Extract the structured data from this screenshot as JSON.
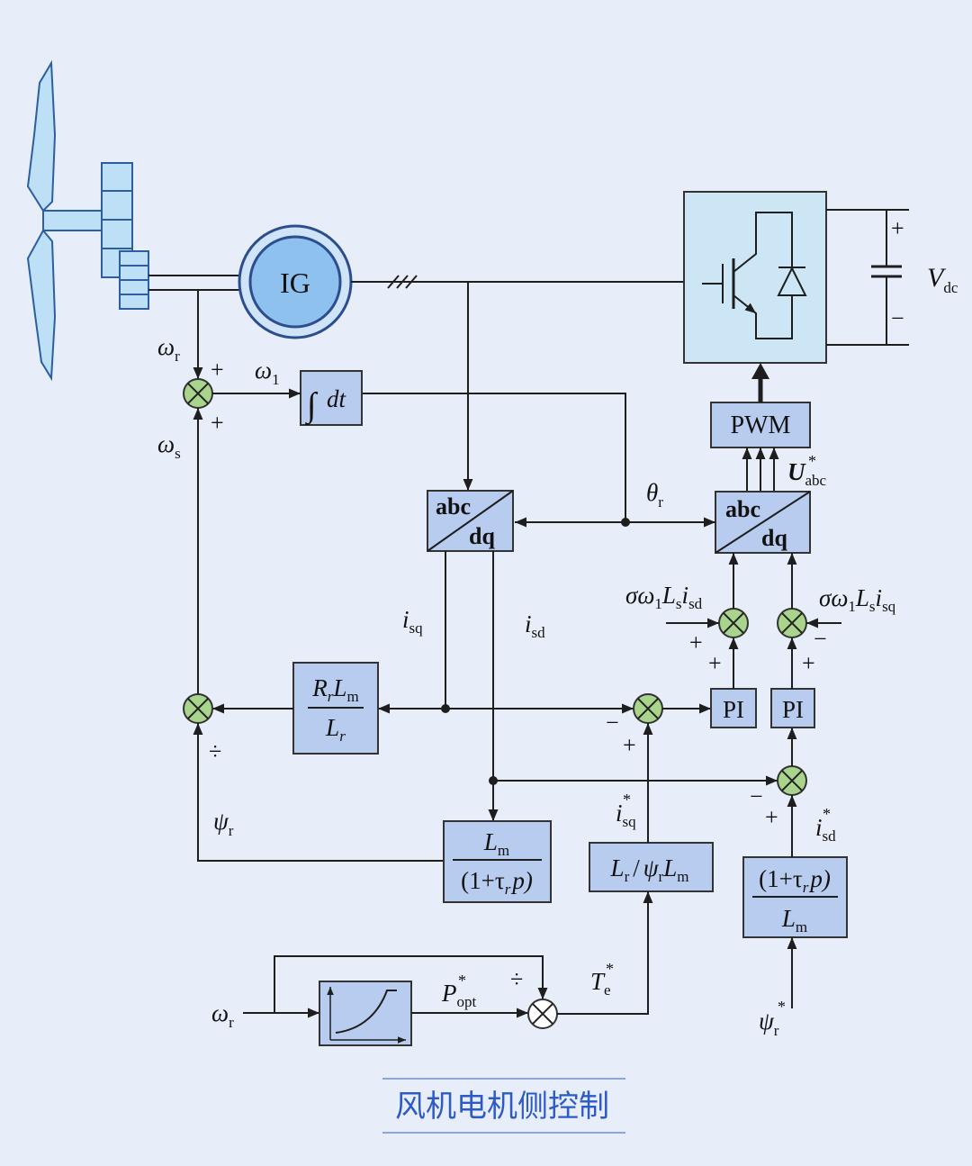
{
  "caption": "风机电机侧控制",
  "colors": {
    "background": "#e7edf9",
    "block_fill": "#b8ccef",
    "converter_fill": "#cde6f5",
    "summer_fill": "#a8d48c",
    "turbine_fill": "#bde0f7",
    "wire": "#1e1e1e",
    "caption": "#2d5bc6"
  },
  "icons": {
    "turbine": "wind-turbine-icon",
    "gearbox": "gearbox-icon",
    "converter_switch": "igbt-diode-icon",
    "capacitor": "capacitor-icon",
    "mppt_curve": "power-curve-icon"
  },
  "generator": {
    "label": "IG"
  },
  "dc_link": {
    "plus": "+",
    "minus": "−",
    "voltage": {
      "base": "V",
      "sub": "dc"
    }
  },
  "blocks": {
    "integrator": {
      "symbol": "∫",
      "text": "dt"
    },
    "park_feedback": {
      "from": "abc",
      "to": "dq"
    },
    "park_output": {
      "from": "abc",
      "to": "dq"
    },
    "pwm": "PWM",
    "pi_q": "PI",
    "pi_d": "PI",
    "slip_gain": {
      "num": [
        "R",
        "r",
        "L",
        "m"
      ],
      "den": [
        "L",
        "r"
      ]
    },
    "flux_observer": {
      "num": [
        "L",
        "m"
      ],
      "den": [
        "(1+τ",
        "r",
        "p)"
      ]
    },
    "torque_to_current": [
      "L",
      "r",
      "/",
      "ψ",
      "r",
      "L",
      "m"
    ],
    "flux_to_current": {
      "num": [
        "(1+τ",
        "r",
        "p)"
      ],
      "den": [
        "L",
        "m"
      ]
    }
  },
  "signals": {
    "omega_r": {
      "base": "ω",
      "sub": "r"
    },
    "omega_1": {
      "base": "ω",
      "sub": "1"
    },
    "omega_s": {
      "base": "ω",
      "sub": "s"
    },
    "theta_r": {
      "base": "θ",
      "sub": "r"
    },
    "u_abc_ref": {
      "base": "U",
      "sup": "*",
      "sub": "abc"
    },
    "i_sq": {
      "base": "i",
      "sub": "sq"
    },
    "i_sd": {
      "base": "i",
      "sub": "sd"
    },
    "decouple_d": [
      "σω",
      "1",
      "L",
      "s",
      "i",
      "sd"
    ],
    "decouple_q": [
      "σω",
      "1",
      "L",
      "s",
      "i",
      "sq"
    ],
    "psi_r": {
      "base": "ψ",
      "sub": "r"
    },
    "i_sq_ref": {
      "base": "i",
      "sup": "*",
      "sub": "sq"
    },
    "i_sd_ref": {
      "base": "i",
      "sup": "*",
      "sub": "sd"
    },
    "psi_r_ref": {
      "base": "ψ",
      "sup": "*",
      "sub": "r"
    },
    "omega_r_in": {
      "base": "ω",
      "sub": "r"
    },
    "p_opt_ref": {
      "base": "P",
      "sup": "*",
      "sub": "opt"
    },
    "te_ref": {
      "base": "T",
      "sup": "*",
      "sub": "e"
    }
  },
  "signs": {
    "s1_top": "+",
    "s1_bottom": "+",
    "s2_bottom": "÷",
    "s3_left": "−",
    "s3_bottom": "+",
    "s4_left": "−",
    "s4_bottom": "+",
    "s5_left": "+",
    "s5_bottom": "+",
    "s6_right": "−",
    "s6_bottom": "+",
    "s7_top": "÷"
  }
}
